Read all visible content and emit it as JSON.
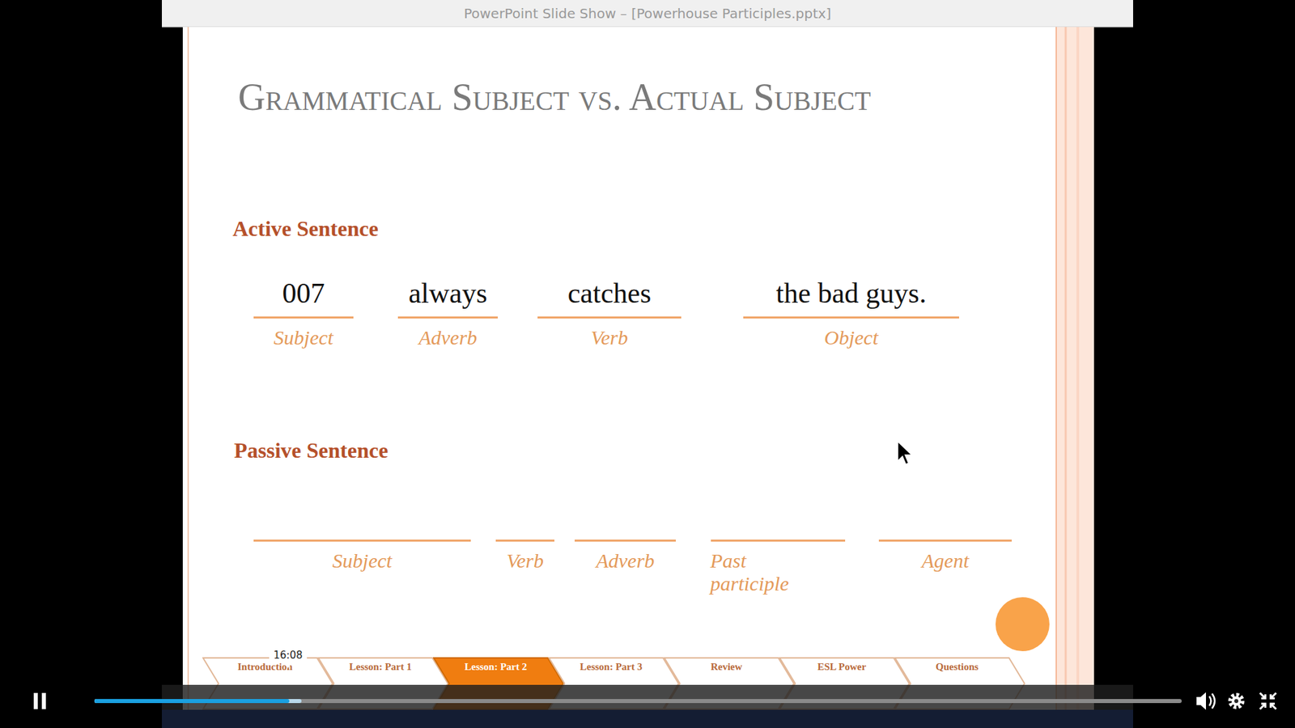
{
  "diagram": {
    "title": "Grammatical Subject vs. Actual Subject",
    "nodes": [
      {
        "text": [
          "Introduction"
        ]
      },
      {
        "text": [
          "Lesson: Part 1"
        ]
      },
      {
        "text": [
          "Lesson: Part 2"
        ]
      },
      {
        "text": [
          "Lesson: Part 3"
        ]
      },
      {
        "text": [
          "Review"
        ]
      },
      {
        "text": [
          "ESL Power"
        ]
      },
      {
        "text": [
          "Questions"
        ]
      }
    ],
    "labels": [
      "PowerPoint Slide Show – [Powerhouse Participles.pptx]",
      "Active Sentence",
      "007",
      "always",
      "catches",
      "the bad guys.",
      "Subject",
      "Adverb",
      "Verb",
      "Object",
      "Passive Sentence",
      "Subject",
      "Verb",
      "Adverb",
      "Past participle",
      "Agent",
      "16:08"
    ]
  }
}
